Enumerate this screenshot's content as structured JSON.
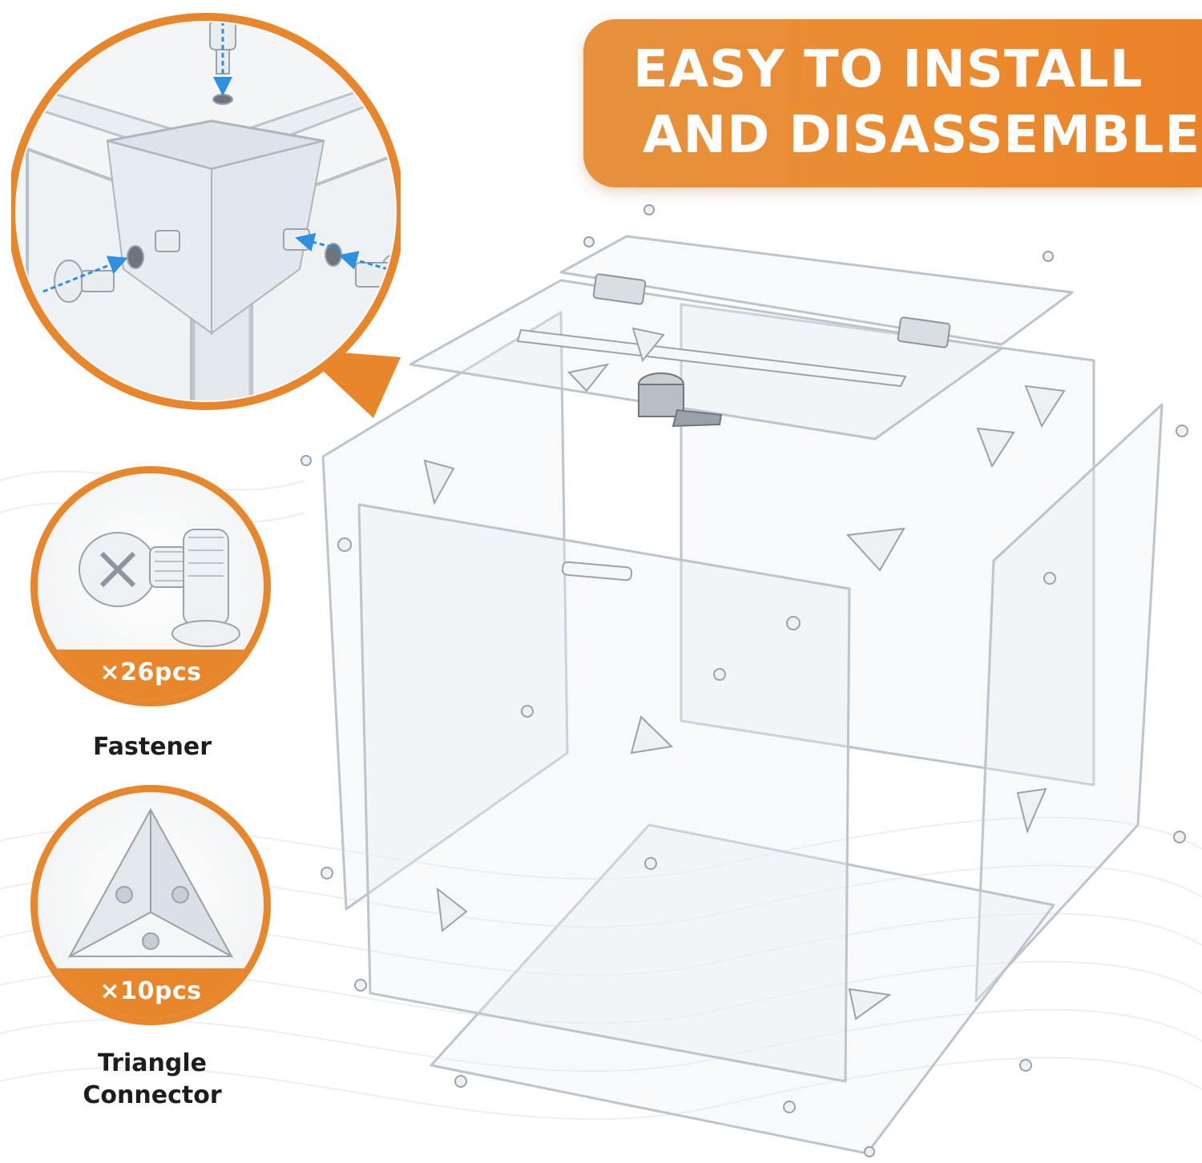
{
  "headline": {
    "line1": "EASY TO INSTALL",
    "line2": "AND DISASSEMBLE"
  },
  "parts": [
    {
      "quantity": "×26pcs",
      "name": "Fastener"
    },
    {
      "quantity": "×10pcs",
      "name_line1": "Triangle",
      "name_line2": "Connector"
    }
  ],
  "colors": {
    "accent_orange": "#e8862c",
    "label_text": "#1d1d1d",
    "acrylic_edge": "#bcc4cc"
  }
}
